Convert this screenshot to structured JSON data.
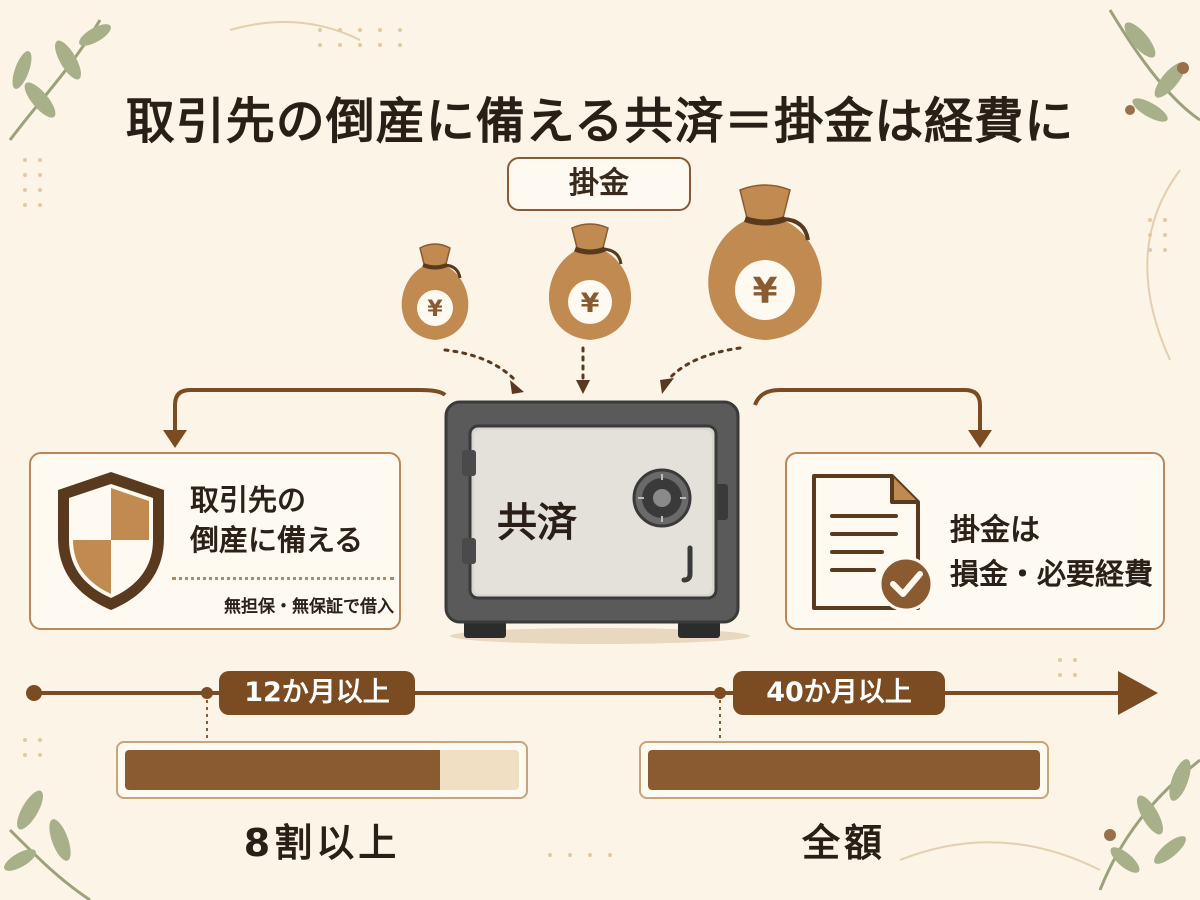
{
  "title": "取引先の倒産に備える共済＝掛金は経費に",
  "contribution_label": "掛金",
  "safe_label": "共済",
  "left_box": {
    "line1": "取引先の",
    "line2": "倒産に備える",
    "sub": "無担保・無保証で借入",
    "icon": "shield-icon"
  },
  "right_box": {
    "line1": "掛金は",
    "line2": "損金・必要経費",
    "icon": "document-check-icon"
  },
  "timeline": {
    "milestone1": "12か月以上",
    "milestone2": "40か月以上"
  },
  "refunds": [
    {
      "caption": "8割以上",
      "fill_fraction": 0.8
    },
    {
      "caption": "全額",
      "fill_fraction": 1.0
    }
  ],
  "colors": {
    "brown_dark": "#7b4b22",
    "brown": "#8a5a30",
    "tan": "#c08a50",
    "background": "#fbf4e7"
  }
}
